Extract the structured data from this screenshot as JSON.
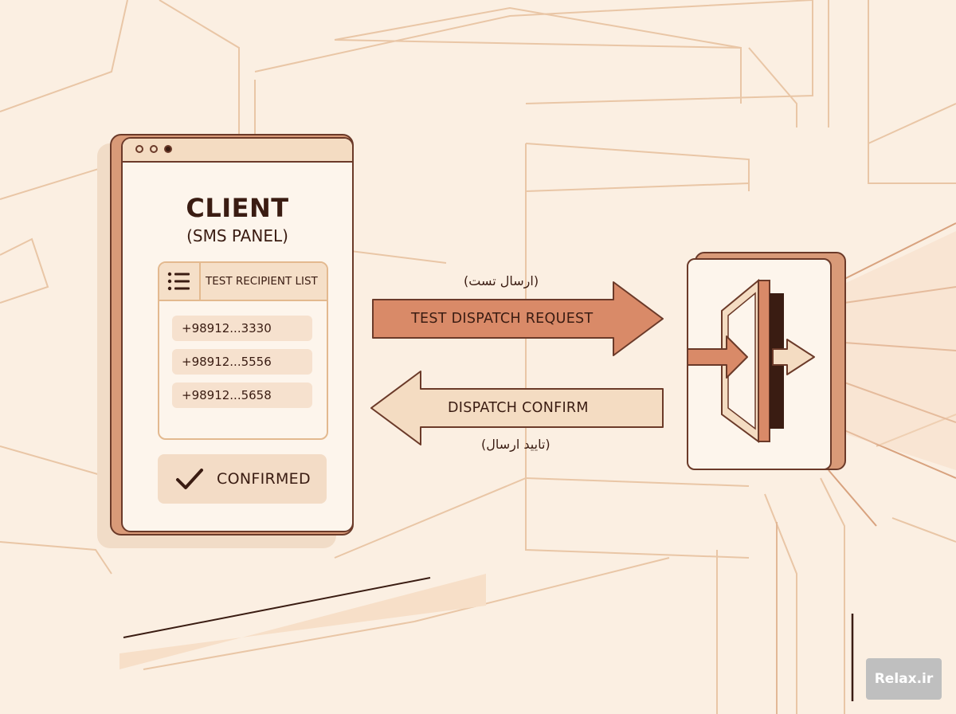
{
  "client": {
    "title": "CLIENT",
    "subtitle": "(SMS PANEL)",
    "list_header": "TEST RECIPIENT LIST",
    "recipients": [
      "+98912...3330",
      "+98912...5556",
      "+98912...5658"
    ],
    "status_label": "CONFIRMED"
  },
  "request_arrow": {
    "label": "TEST DISPATCH REQUEST",
    "label_fa": "(ارسال تست)"
  },
  "confirm_arrow": {
    "label": "DISPATCH CONFIRM",
    "label_fa": "(تایید ارسال)"
  },
  "watermark": "Relax.ir",
  "colors": {
    "background": "#fbefe2",
    "outline": "#6b3a29",
    "request_arrow_fill": "#d98a68",
    "confirm_arrow_fill": "#f4dcc2",
    "panel_fill": "#fdf5ec"
  },
  "icons": [
    "list-icon",
    "check-icon",
    "gateway-door-icon",
    "incoming-arrow-icon",
    "outgoing-arrow-icon"
  ]
}
